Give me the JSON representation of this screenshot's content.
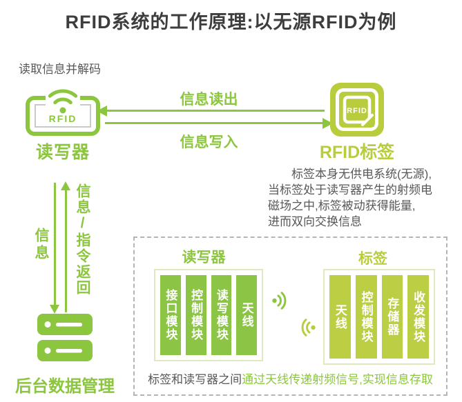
{
  "colors": {
    "green": "#8CC63F",
    "yellowgreen": "#B9CC3E",
    "barleft": "#8CC545",
    "barright": "#BCCE44",
    "gray": "#595757",
    "titlecolor": "#3D3D3D",
    "dash": "#B4B4B4"
  },
  "title": "RFID系统的工作原理:以无源RFID为例",
  "reader": {
    "caption": "读取信息并解码",
    "icon_text": "RFID",
    "label": "读写器"
  },
  "tag": {
    "icon_text": "RFID",
    "label": "RFID标签"
  },
  "arrows": {
    "read_label": "信息读出",
    "write_label": "信息写入"
  },
  "vertical": {
    "info_label": "信息",
    "return_label": "信息/指令返回"
  },
  "server": {
    "label": "后台数据管理"
  },
  "note": {
    "lines": [
      "标签本身无供电系统(无源),",
      "当标签处于读写器产生的射频电",
      "磁场之中,标签被动获得能量,",
      "进而双向交换信息"
    ]
  },
  "panel": {
    "reader_title": "读写器",
    "tag_title": "标签",
    "reader_modules": [
      "接口模块",
      "控制模块",
      "读写模块",
      "天线"
    ],
    "tag_modules": [
      "天线",
      "控制模块",
      "存储器",
      "收发模块"
    ],
    "caption_gray": "标签和读写器之间",
    "caption_green": "通过天线传递射频信号,实现信息存取"
  }
}
